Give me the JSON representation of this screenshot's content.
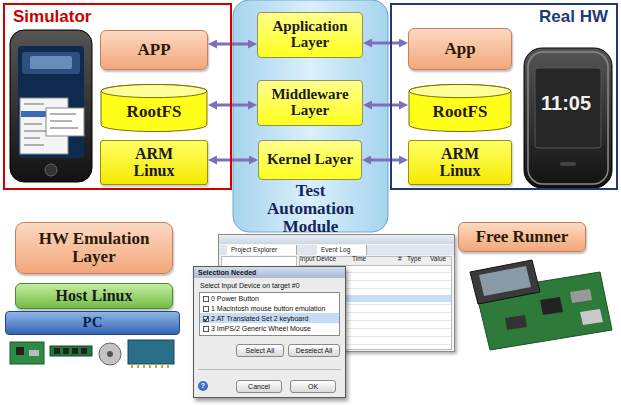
{
  "diagram": {
    "nodes": [
      {
        "text": [
          "Simulator"
        ]
      },
      {
        "text": [
          "APP"
        ],
        "in": 0
      },
      {
        "text": [
          "RootFS"
        ],
        "in": 0
      },
      {
        "text": [
          "ARM Linux"
        ],
        "in": 0
      },
      {
        "text": [
          "Test Automation Module"
        ]
      },
      {
        "text": [
          "Application Layer"
        ],
        "in": 4
      },
      {
        "text": [
          "Middleware Layer"
        ],
        "in": 4
      },
      {
        "text": [
          "Kernel Layer"
        ],
        "in": 4
      },
      {
        "text": [
          "Real HW"
        ]
      },
      {
        "text": [
          "App"
        ],
        "in": 8
      },
      {
        "text": [
          "RootFS"
        ],
        "in": 8
      },
      {
        "text": [
          "ARM Linux"
        ],
        "in": 8
      },
      {
        "text": [
          "HW Emulation Layer"
        ]
      },
      {
        "text": [
          "Host Linux"
        ]
      },
      {
        "text": [
          "PC"
        ]
      },
      {
        "text": [
          "Project Explorer",
          "Event Log"
        ]
      },
      {
        "text": [
          "Selection Needed",
          "Select Input Device on target #0",
          "0 Power Button",
          "1 Macintosh mouse button emulation",
          "2 AT Translated Set 2 keyboard",
          "3 ImPS/2 Generic Wheel Mouse"
        ]
      },
      {
        "text": [
          "Select All"
        ],
        "in": 16
      },
      {
        "text": [
          "Deselect All"
        ],
        "in": 16
      },
      {
        "text": [
          "Cancel"
        ],
        "in": 16
      },
      {
        "text": [
          "OK"
        ],
        "in": 16
      },
      {
        "text": [
          "Free Runner"
        ]
      }
    ],
    "edges": [
      {
        "from": 1,
        "to": 5,
        "arrow": "both"
      },
      {
        "from": 5,
        "to": 9,
        "arrow": "both"
      },
      {
        "from": 2,
        "to": 6,
        "arrow": "both"
      },
      {
        "from": 6,
        "to": 10,
        "arrow": "both"
      },
      {
        "from": 3,
        "to": 7,
        "arrow": "both"
      },
      {
        "from": 7,
        "to": 11,
        "arrow": "both"
      }
    ],
    "labels": [
      "Input Device",
      "Time",
      "#",
      "Type",
      "Value",
      "11:05",
      "?"
    ]
  }
}
